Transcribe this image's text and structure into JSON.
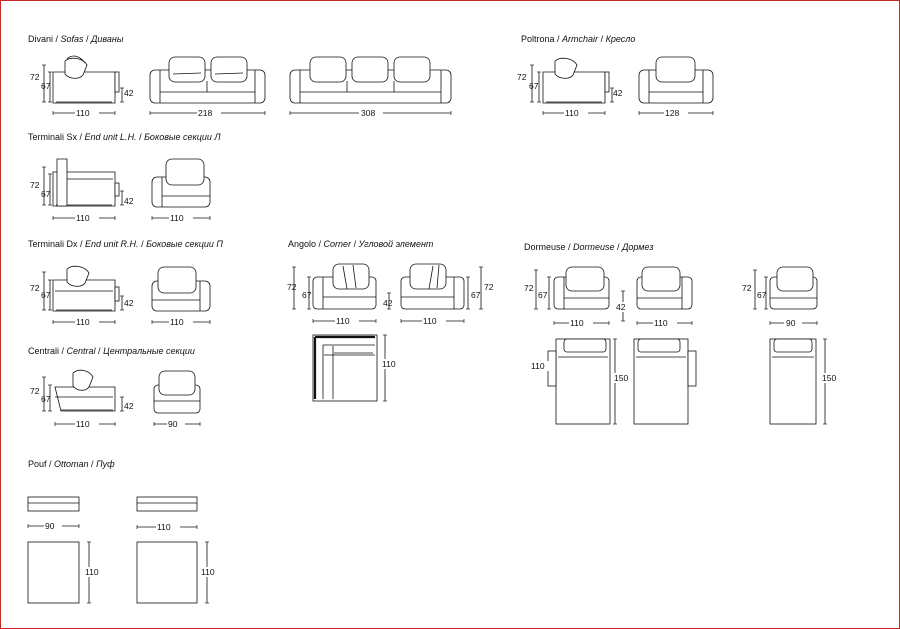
{
  "colors": {
    "border": "#c62828",
    "ink": "#111111",
    "background": "#ffffff"
  },
  "sections": {
    "sofas": {
      "it": "Divani",
      "en": "Sofas",
      "ru": "Диваны"
    },
    "armchair": {
      "it": "Poltrona",
      "en": "Armchair",
      "ru": "Кресло"
    },
    "end_lh": {
      "it": "Terminali Sx",
      "en": "End unit L.H.",
      "ru": "Боковые секции Л"
    },
    "end_rh": {
      "it": "Terminali Dx",
      "en": "End unit R.H.",
      "ru": "Боковые секции П"
    },
    "corner": {
      "it": "Angolo",
      "en": "Corner",
      "ru": "Угловой элемент"
    },
    "dormeuse": {
      "it": "Dormeuse",
      "en": "Dormeuse",
      "ru": "Дормез"
    },
    "central": {
      "it": "Centrali",
      "en": "Central",
      "ru": "Центральные секции"
    },
    "pouf": {
      "it": "Pouf",
      "en": "Ottoman",
      "ru": "Пуф"
    }
  },
  "dims": {
    "h72": "72",
    "h67": "67",
    "h42": "42",
    "d110": "110",
    "w90": "90",
    "w128": "128",
    "w218": "218",
    "w308": "308",
    "l150": "150"
  }
}
